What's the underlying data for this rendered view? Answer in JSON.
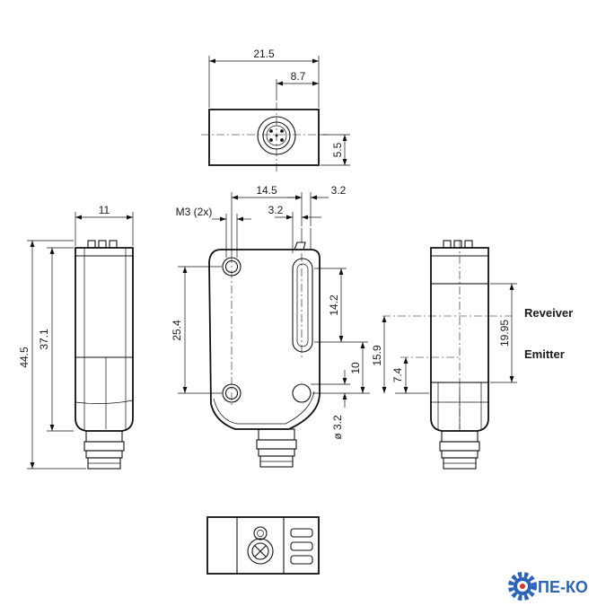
{
  "dimensions": {
    "top_width": "21.5",
    "top_offset": "8.7",
    "top_height": "5.5",
    "side_width": "11",
    "total_height": "44.5",
    "body_height": "37.1",
    "front_width": "14.5",
    "front_right": "3.2",
    "thread": "M3 (2x)",
    "hole_inset": "3.2",
    "hole_spacing": "25.4",
    "upper_lens": "14.2",
    "lens_offset": "10",
    "lens_total": "15.9",
    "hole_diameter": "ø 3.2",
    "emitter_height": "7.4",
    "receiver_height": "19.95"
  },
  "labels": {
    "receiver": "Reveiver",
    "emitter": "Emitter"
  },
  "logo": {
    "text": "ПЕ-КО",
    "gear_color": "#2a63b8",
    "accent_color": "#d8332a"
  }
}
